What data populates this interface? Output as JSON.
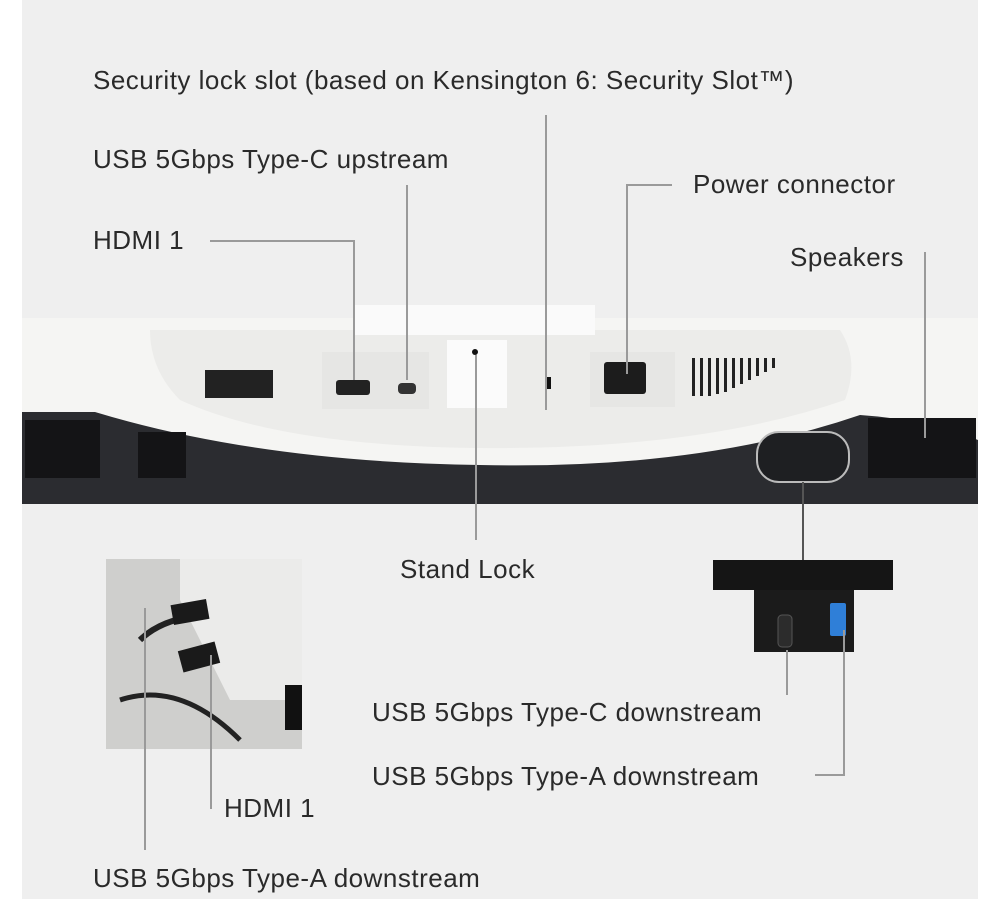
{
  "labels": {
    "security_slot": "Security lock slot (based on Kensington 6: Security Slot™)",
    "usbc_upstream": "USB 5Gbps Type-C upstream",
    "hdmi_top": "HDMI 1",
    "power": "Power connector",
    "speakers": "Speakers",
    "stand_lock": "Stand Lock",
    "usbc_downstream": "USB 5Gbps Type-C downstream",
    "usba_downstream_right": "USB 5Gbps Type-A downstream",
    "hdmi_inset": "HDMI 1",
    "usba_downstream_inset": "USB 5Gbps Type-A downstream"
  },
  "colors": {
    "background": "#efefef",
    "monitor_dark": "#2b2c30",
    "monitor_body": "#f4f4f2",
    "usb_a_blue": "#2f7fd8"
  }
}
